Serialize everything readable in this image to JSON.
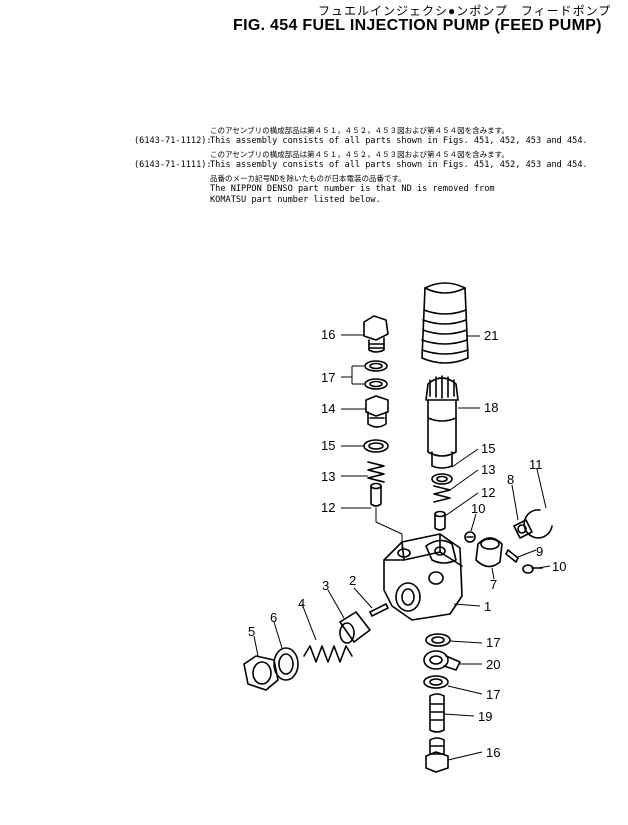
{
  "title": {
    "japanese": "フュエルインジェクシ●ンポンプ　フィードポンプ",
    "main": "FIG. 454  FUEL INJECTION PUMP (FEED PUMP)"
  },
  "notes": {
    "line1_jp": "このアセンブリの構成部品は第４５１，４５２，４５３図および第４５４図を含みます。",
    "line1_code": "(6143-71-1112):",
    "line1_en": "This assembly consists of all parts shown in Figs. 451, 452, 453 and 454.",
    "line2_jp": "このアセンブリの構成部品は第４５１，４５２，４５３図および第４５４図を含みます。",
    "line2_code": "(6143-71-1111):",
    "line2_en": "This assembly consists of all parts shown in Figs. 451, 452, 453 and 454.",
    "line3_jp": "品番のメーカ記号NDを除いたものが日本電装の品番です。",
    "line3_en": "The NIPPON DENSO part number is that ND is removed from",
    "line4_en": "KOMATSU part number listed below."
  },
  "callouts": [
    "1",
    "2",
    "3",
    "4",
    "5",
    "6",
    "7",
    "8",
    "9",
    "10",
    "10",
    "11",
    "12",
    "12",
    "13",
    "13",
    "14",
    "15",
    "15",
    "16",
    "16",
    "17",
    "17",
    "17",
    "18",
    "19",
    "20",
    "21"
  ]
}
